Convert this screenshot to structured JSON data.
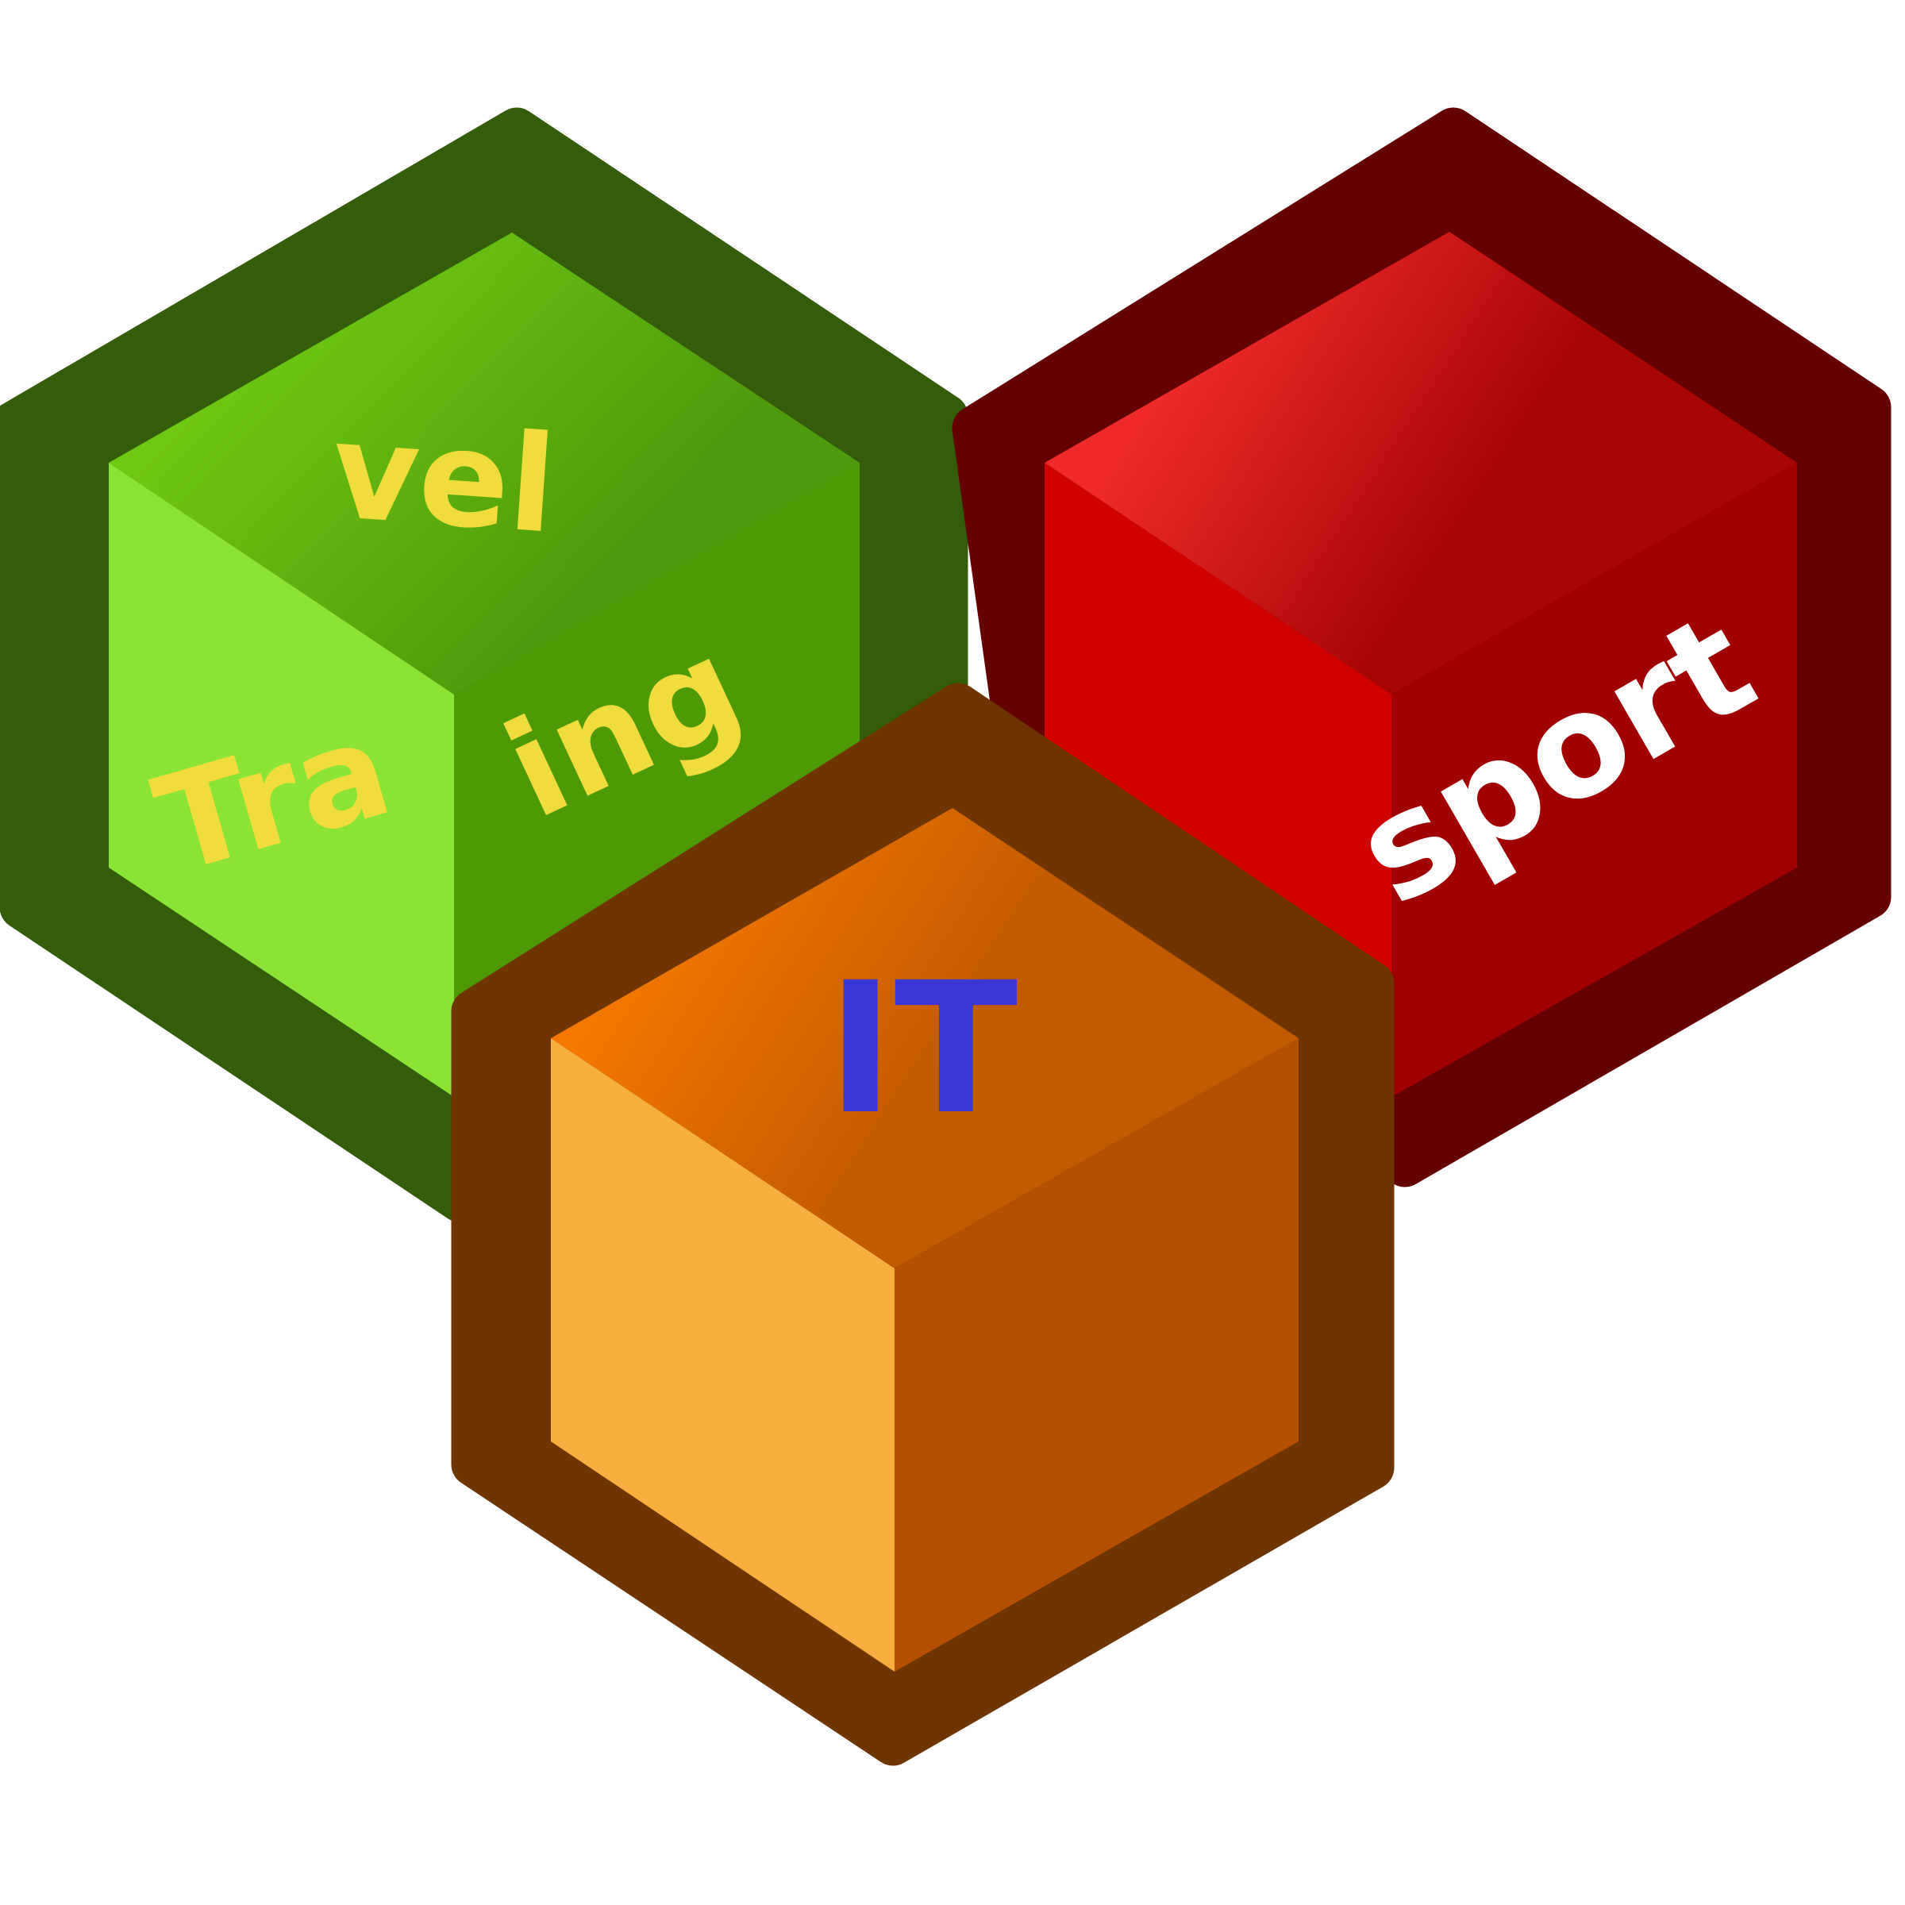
{
  "cubes": {
    "green": {
      "top_text": "vel",
      "left_text": "Tra",
      "right_text": "ing",
      "colors": {
        "frame": "#335c0b",
        "top_a": "#74d014",
        "top_b": "#4f9a0c",
        "left": "#8be335",
        "right": "#4e9a06",
        "text": "#f0dc3c"
      }
    },
    "red": {
      "right_text": "sport",
      "colors": {
        "frame": "#640000",
        "top_a": "#f02a2a",
        "top_b": "#a80505",
        "left": "#d10000",
        "right": "#a00000",
        "text": "#ffffff"
      }
    },
    "orange": {
      "top_text": "IT",
      "colors": {
        "frame": "#6e3500",
        "top_a": "#f47800",
        "top_b": "#c25a00",
        "left": "#f9ae40",
        "right": "#b45000",
        "text": "#3a36d6"
      }
    }
  }
}
